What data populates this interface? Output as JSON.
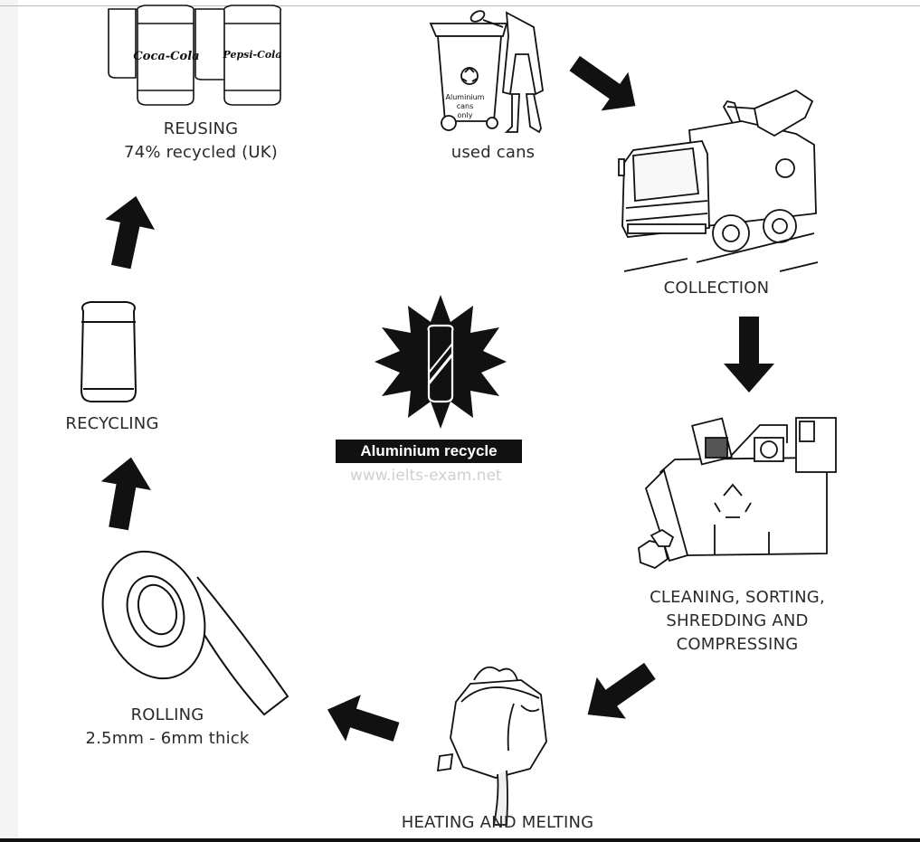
{
  "title": "Aluminium recycle",
  "watermark": "www.ielts-exam.net",
  "stages": {
    "used_cans": {
      "label": "used cans"
    },
    "collection": {
      "label": "COLLECTION"
    },
    "cleaning": {
      "line1": "CLEANING, SORTING,",
      "line2": "SHREDDING AND",
      "line3": "COMPRESSING"
    },
    "heating": {
      "label": "HEATING AND MELTING"
    },
    "rolling": {
      "label": "ROLLING",
      "detail": "2.5mm - 6mm thick"
    },
    "recycling": {
      "label": "RECYCLING"
    },
    "reusing": {
      "label": "REUSING",
      "detail": "74% recycled (UK)"
    }
  },
  "bin": {
    "line1": "Aluminium",
    "line2": "cans",
    "line3": "only"
  },
  "cans": {
    "brand_a": "Coca-Cola",
    "brand_b": "Pepsi-Cola"
  }
}
